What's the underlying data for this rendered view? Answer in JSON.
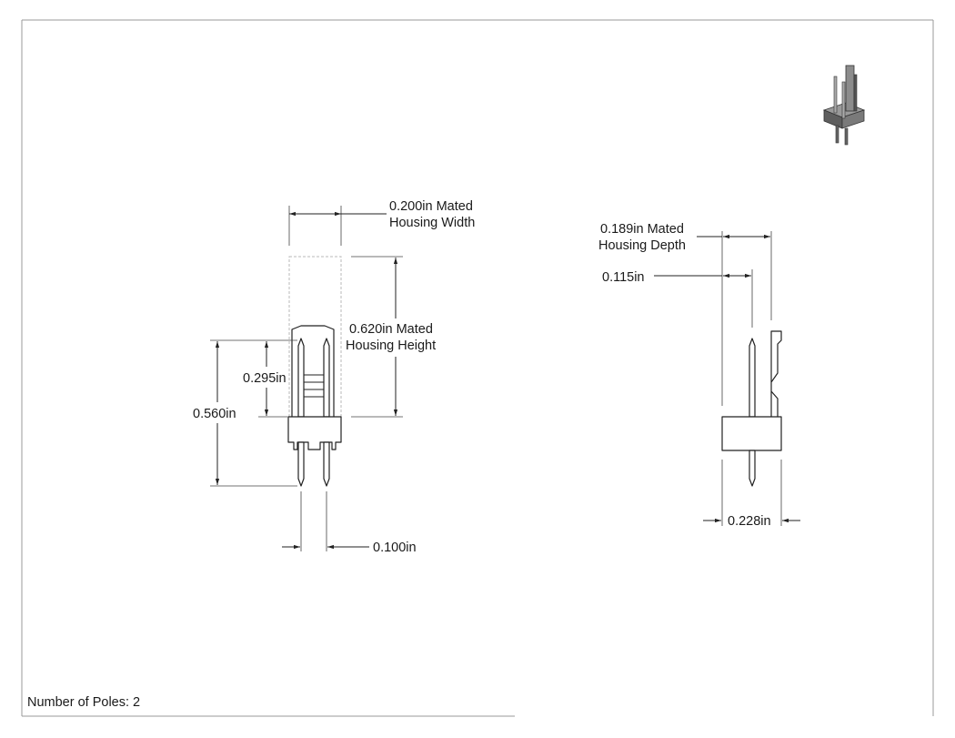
{
  "front_view": {
    "width_label_line1": "0.200in Mated",
    "width_label_line2": "Housing Width",
    "height_label_line1": "0.620in Mated",
    "height_label_line2": "Housing Height",
    "pin_above_label": "0.295in",
    "pin_length_label": "0.560in",
    "pitch_label": "0.100in"
  },
  "side_view": {
    "depth_label_line1": "0.189in Mated",
    "depth_label_line2": "Housing Depth",
    "offset_label": "0.115in",
    "overall_label": "0.228in"
  },
  "footer": {
    "poles_label": "Number of Poles: 2"
  },
  "thumbnail": {
    "icon": "connector-3d-thumbnail-icon"
  }
}
